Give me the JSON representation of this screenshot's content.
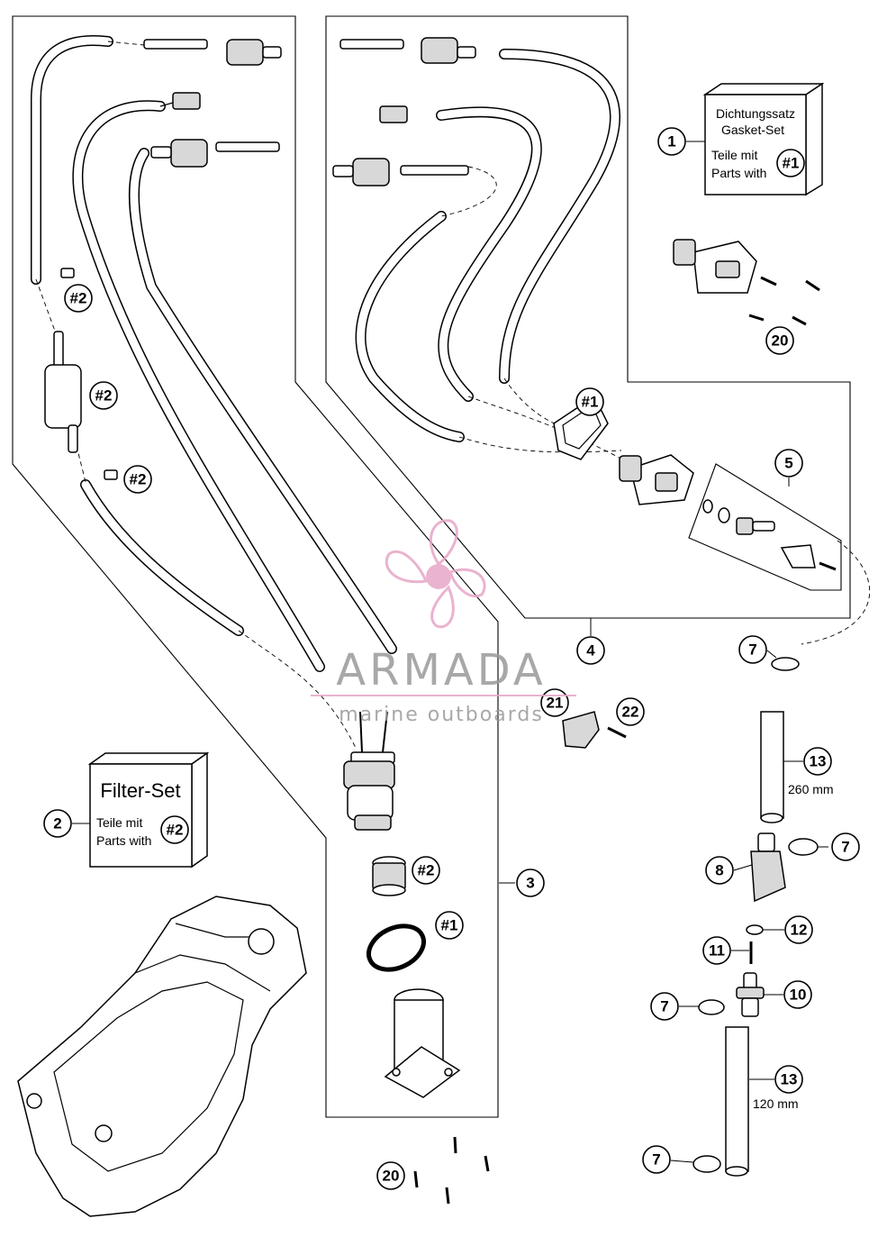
{
  "callouts": [
    {
      "id": "c1",
      "label": "1"
    },
    {
      "id": "c2",
      "label": "2"
    },
    {
      "id": "c3",
      "label": "3"
    },
    {
      "id": "c4",
      "label": "4"
    },
    {
      "id": "c5",
      "label": "5"
    },
    {
      "id": "c7a",
      "label": "7"
    },
    {
      "id": "c7b",
      "label": "7"
    },
    {
      "id": "c7c",
      "label": "7"
    },
    {
      "id": "c7d",
      "label": "7"
    },
    {
      "id": "c8",
      "label": "8"
    },
    {
      "id": "c10",
      "label": "10"
    },
    {
      "id": "c11",
      "label": "11"
    },
    {
      "id": "c12",
      "label": "12"
    },
    {
      "id": "c13a",
      "label": "13"
    },
    {
      "id": "c13b",
      "label": "13"
    },
    {
      "id": "c20a",
      "label": "20"
    },
    {
      "id": "c20b",
      "label": "20"
    },
    {
      "id": "c21",
      "label": "21"
    },
    {
      "id": "c22",
      "label": "22"
    },
    {
      "id": "h1a",
      "label": "#1"
    },
    {
      "id": "h1b",
      "label": "#1"
    },
    {
      "id": "h1c",
      "label": "#1"
    },
    {
      "id": "h2a",
      "label": "#2"
    },
    {
      "id": "h2b",
      "label": "#2"
    },
    {
      "id": "h2c",
      "label": "#2"
    },
    {
      "id": "h2d",
      "label": "#2"
    },
    {
      "id": "h2e",
      "label": "#2"
    }
  ],
  "gasket_box": {
    "line1": "Dichtungssatz",
    "line2": "Gasket-Set",
    "line3": "Teile mit",
    "line4": "Parts with"
  },
  "filter_box": {
    "title": "Filter-Set",
    "line1": "Teile mit",
    "line2": "Parts with"
  },
  "dimensions": {
    "hose_long": "260 mm",
    "hose_short": "120 mm"
  },
  "watermark": {
    "brand": "ARMADA",
    "tagline": "marine outboards"
  },
  "colors": {
    "watermark_accent": "#e7a6c7",
    "watermark_text": "#9a9a9a"
  }
}
